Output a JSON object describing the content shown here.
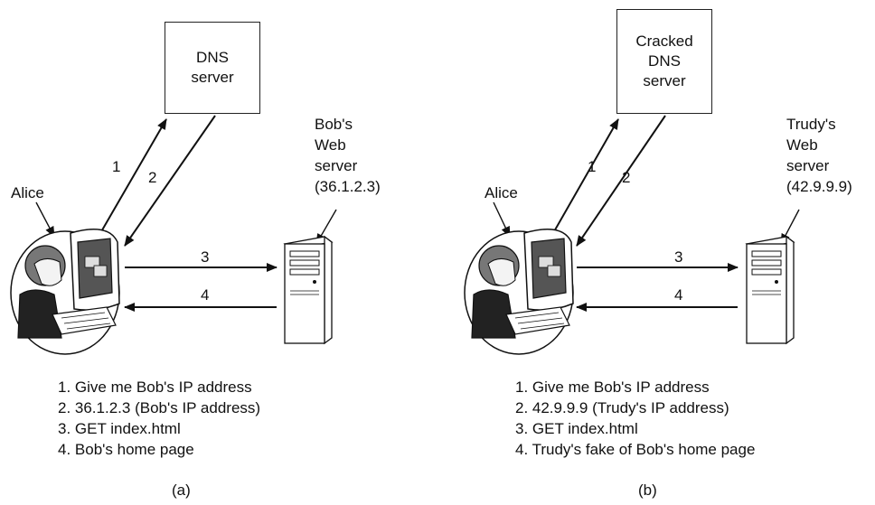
{
  "panels": [
    {
      "id": "a",
      "dns_lines": [
        "DNS",
        "server"
      ],
      "client_label": "Alice",
      "server_lines": [
        "Bob's",
        "Web",
        "server",
        "(36.1.2.3)"
      ],
      "arrow_labels": [
        "1",
        "2",
        "3",
        "4"
      ],
      "steps": [
        "1. Give me Bob's IP address",
        "2. 36.1.2.3 (Bob's IP address)",
        "3. GET index.html",
        "4. Bob's home page"
      ],
      "caption": "(a)"
    },
    {
      "id": "b",
      "dns_lines": [
        "Cracked",
        "DNS",
        "server"
      ],
      "client_label": "Alice",
      "server_lines": [
        "Trudy's",
        "Web",
        "server",
        "(42.9.9.9)"
      ],
      "arrow_labels": [
        "1",
        "2",
        "3",
        "4"
      ],
      "steps": [
        "1. Give me Bob's IP address",
        "2. 42.9.9.9 (Trudy's IP address)",
        "3. GET index.html",
        "4. Trudy's fake of Bob's home page"
      ],
      "caption": "(b)"
    }
  ],
  "icons": {
    "client": "user-at-computer-icon",
    "server": "tower-server-icon"
  }
}
